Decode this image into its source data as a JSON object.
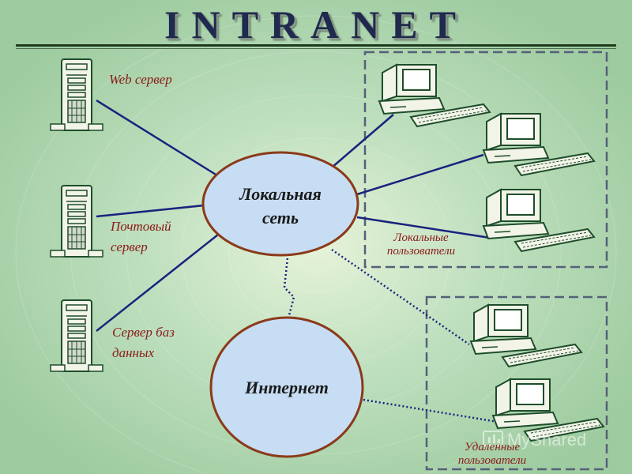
{
  "title": "INTRANET",
  "servers": {
    "web": "Web сервер",
    "mail_line1": "Почтовый",
    "mail_line2": "сервер",
    "db_line1": "Сервер баз",
    "db_line2": "данных"
  },
  "nodes": {
    "lan_line1": "Локальная",
    "lan_line2": "сеть",
    "internet": "Интернет"
  },
  "groups": {
    "local_line1": "Локальные",
    "local_line2": "пользователи",
    "remote_line1": "Удаленные",
    "remote_line2": "пользователи"
  },
  "watermark": "MyShared",
  "colors": {
    "background": "#a9d3ab",
    "link_line": "#1a237e",
    "ellipse_fill": "#c7ddf3",
    "ellipse_stroke": "#8b3a1a",
    "label": "#8b1a1a",
    "equipment": "#1e4d2b"
  }
}
